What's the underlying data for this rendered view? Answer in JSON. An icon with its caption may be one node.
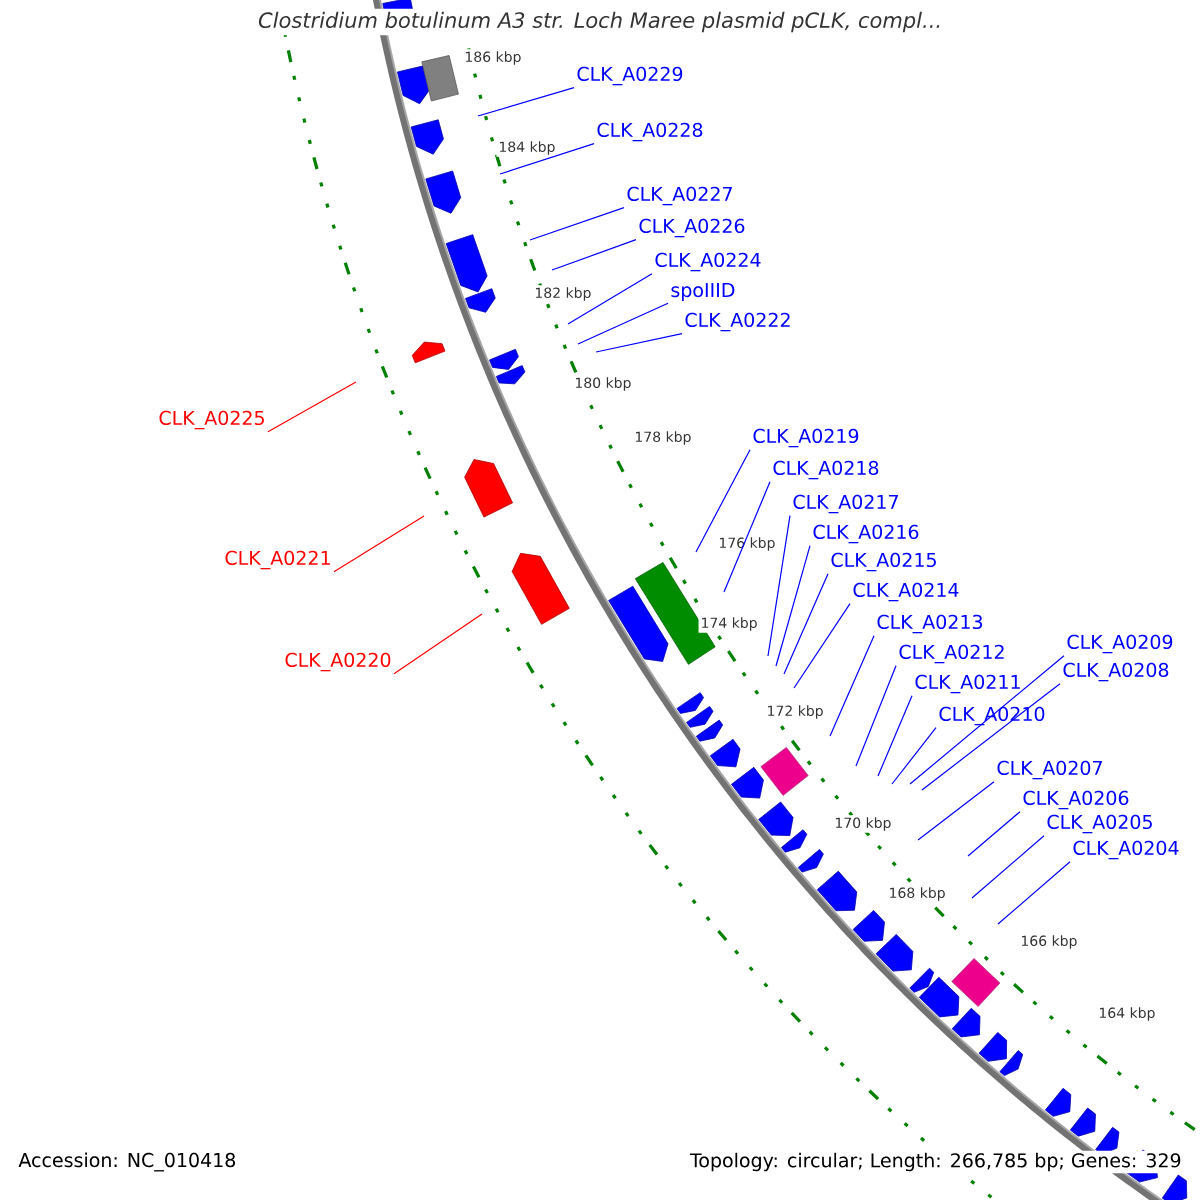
{
  "diagram": {
    "title": "Clostridium botulinum A3 str. Loch Maree plasmid pCLK, compl...",
    "nodes": [
      {
        "text": [
          "CLK_A0229"
        ]
      },
      {
        "text": [
          "CLK_A0228"
        ]
      },
      {
        "text": [
          "CLK_A0227"
        ]
      },
      {
        "text": [
          "CLK_A0226"
        ]
      },
      {
        "text": [
          "CLK_A0224"
        ]
      },
      {
        "text": [
          "spoIIID"
        ]
      },
      {
        "text": [
          "CLK_A0222"
        ]
      },
      {
        "text": [
          "CLK_A0225"
        ]
      },
      {
        "text": [
          "CLK_A0219"
        ]
      },
      {
        "text": [
          "CLK_A0218"
        ]
      },
      {
        "text": [
          "CLK_A0217"
        ]
      },
      {
        "text": [
          "CLK_A0216"
        ]
      },
      {
        "text": [
          "CLK_A0215"
        ]
      },
      {
        "text": [
          "CLK_A0214"
        ]
      },
      {
        "text": [
          "CLK_A0221"
        ]
      },
      {
        "text": [
          "CLK_A0213"
        ]
      },
      {
        "text": [
          "CLK_A0209"
        ]
      },
      {
        "text": [
          "CLK_A0212"
        ]
      },
      {
        "text": [
          "CLK_A0220"
        ]
      },
      {
        "text": [
          "CLK_A0208"
        ]
      },
      {
        "text": [
          "CLK_A0211"
        ]
      },
      {
        "text": [
          "CLK_A0210"
        ]
      },
      {
        "text": [
          "CLK_A0207"
        ]
      },
      {
        "text": [
          "CLK_A0206"
        ]
      },
      {
        "text": [
          "CLK_A0205"
        ]
      },
      {
        "text": [
          "CLK_A0204"
        ]
      }
    ],
    "edges": [
      {
        "from": 0,
        "to": null,
        "arrow": "none"
      },
      {
        "from": 1,
        "to": null,
        "arrow": "none"
      },
      {
        "from": 2,
        "to": null,
        "arrow": "none"
      },
      {
        "from": 3,
        "to": null,
        "arrow": "none"
      },
      {
        "from": 4,
        "to": null,
        "arrow": "none"
      },
      {
        "from": 5,
        "to": null,
        "arrow": "none"
      },
      {
        "from": 6,
        "to": null,
        "arrow": "none"
      },
      {
        "from": 7,
        "to": null,
        "arrow": "none",
        "color": "#ff0000"
      },
      {
        "from": 8,
        "to": null,
        "arrow": "none"
      },
      {
        "from": 9,
        "to": null,
        "arrow": "none"
      },
      {
        "from": 10,
        "to": null,
        "arrow": "none"
      },
      {
        "from": 11,
        "to": null,
        "arrow": "none"
      },
      {
        "from": 12,
        "to": null,
        "arrow": "none"
      },
      {
        "from": 13,
        "to": null,
        "arrow": "none"
      },
      {
        "from": 14,
        "to": null,
        "arrow": "none",
        "color": "#ff0000"
      },
      {
        "from": 15,
        "to": null,
        "arrow": "none"
      },
      {
        "from": 16,
        "to": null,
        "arrow": "none"
      },
      {
        "from": 17,
        "to": null,
        "arrow": "none"
      },
      {
        "from": 18,
        "to": null,
        "arrow": "none",
        "color": "#ff0000"
      },
      {
        "from": 19,
        "to": null,
        "arrow": "none"
      },
      {
        "from": 20,
        "to": null,
        "arrow": "none"
      },
      {
        "from": 21,
        "to": null,
        "arrow": "none"
      },
      {
        "from": 22,
        "to": null,
        "arrow": "none"
      },
      {
        "from": 23,
        "to": null,
        "arrow": "none"
      },
      {
        "from": 24,
        "to": null,
        "arrow": "none"
      },
      {
        "from": 25,
        "to": null,
        "arrow": "none"
      }
    ],
    "labels": [
      "186 kbp",
      "184 kbp",
      "182 kbp",
      "180 kbp",
      "178 kbp",
      "176 kbp",
      "174 kbp",
      "172 kbp",
      "170 kbp",
      "168 kbp",
      "166 kbp",
      "164 kbp",
      "Accession: NC_010418",
      "Topology: circular; Length: 266,785 bp; Genes: 329"
    ]
  }
}
